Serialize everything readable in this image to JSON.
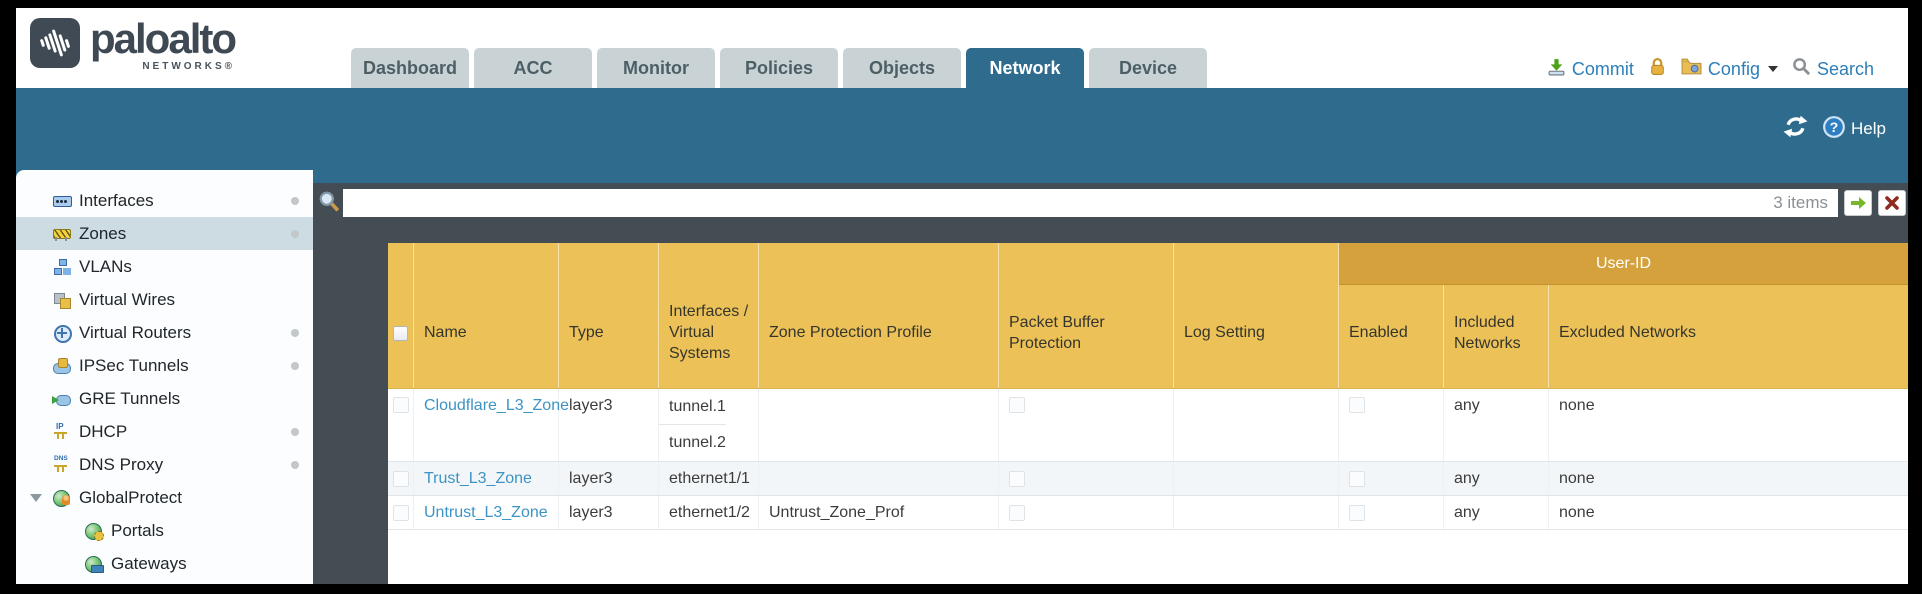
{
  "brand": {
    "name": "paloalto",
    "subtitle": "NETWORKS®"
  },
  "nav": {
    "tabs": [
      {
        "label": "Dashboard"
      },
      {
        "label": "ACC"
      },
      {
        "label": "Monitor"
      },
      {
        "label": "Policies"
      },
      {
        "label": "Objects"
      },
      {
        "label": "Network",
        "active": true
      },
      {
        "label": "Device"
      }
    ],
    "actions": {
      "commit": "Commit",
      "config": "Config",
      "search": "Search"
    }
  },
  "toolbar": {
    "help": "Help"
  },
  "filter": {
    "value": "",
    "count": "3 items"
  },
  "sidebar": {
    "items": [
      {
        "label": "Interfaces",
        "icon": "interfaces-icon",
        "dot": true
      },
      {
        "label": "Zones",
        "icon": "zones-icon",
        "dot": true,
        "selected": true
      },
      {
        "label": "VLANs",
        "icon": "vlans-icon"
      },
      {
        "label": "Virtual Wires",
        "icon": "virtual-wires-icon"
      },
      {
        "label": "Virtual Routers",
        "icon": "virtual-routers-icon",
        "dot": true
      },
      {
        "label": "IPSec Tunnels",
        "icon": "ipsec-tunnels-icon",
        "dot": true
      },
      {
        "label": "GRE Tunnels",
        "icon": "gre-tunnels-icon"
      },
      {
        "label": "DHCP",
        "icon": "dhcp-icon",
        "dot": true
      },
      {
        "label": "DNS Proxy",
        "icon": "dns-proxy-icon",
        "dot": true
      },
      {
        "label": "GlobalProtect",
        "icon": "globalprotect-icon",
        "expanded": true
      },
      {
        "label": "Portals",
        "icon": "portals-icon",
        "child": true
      },
      {
        "label": "Gateways",
        "icon": "gateways-icon",
        "child": true
      }
    ]
  },
  "table": {
    "group_header": "User-ID",
    "columns": [
      "Name",
      "Type",
      "Interfaces / Virtual Systems",
      "Zone Protection Profile",
      "Packet Buffer Protection",
      "Log Setting",
      "Enabled",
      "Included Networks",
      "Excluded Networks"
    ],
    "rows": [
      {
        "name": "Cloudflare_L3_Zone",
        "type": "layer3",
        "interfaces": [
          "tunnel.1",
          "tunnel.2"
        ],
        "zone_protection_profile": "",
        "packet_buffer_protection_checked": false,
        "log_setting": "",
        "user_id_enabled_checked": false,
        "included_networks": "any",
        "excluded_networks": "none"
      },
      {
        "name": "Trust_L3_Zone",
        "type": "layer3",
        "interfaces": [
          "ethernet1/1"
        ],
        "zone_protection_profile": "",
        "packet_buffer_protection_checked": false,
        "log_setting": "",
        "user_id_enabled_checked": false,
        "included_networks": "any",
        "excluded_networks": "none"
      },
      {
        "name": "Untrust_L3_Zone",
        "type": "layer3",
        "interfaces": [
          "ethernet1/2"
        ],
        "zone_protection_profile": "Untrust_Zone_Prof",
        "packet_buffer_protection_checked": false,
        "log_setting": "",
        "user_id_enabled_checked": false,
        "included_networks": "any",
        "excluded_networks": "none"
      }
    ]
  },
  "colors": {
    "teal": "#2e6b8d",
    "header_gold": "#ecc258",
    "group_gold": "#d4a13d",
    "link_blue": "#3d93c4",
    "pane_dark": "#454d54",
    "action_blue": "#2d7fb8"
  }
}
